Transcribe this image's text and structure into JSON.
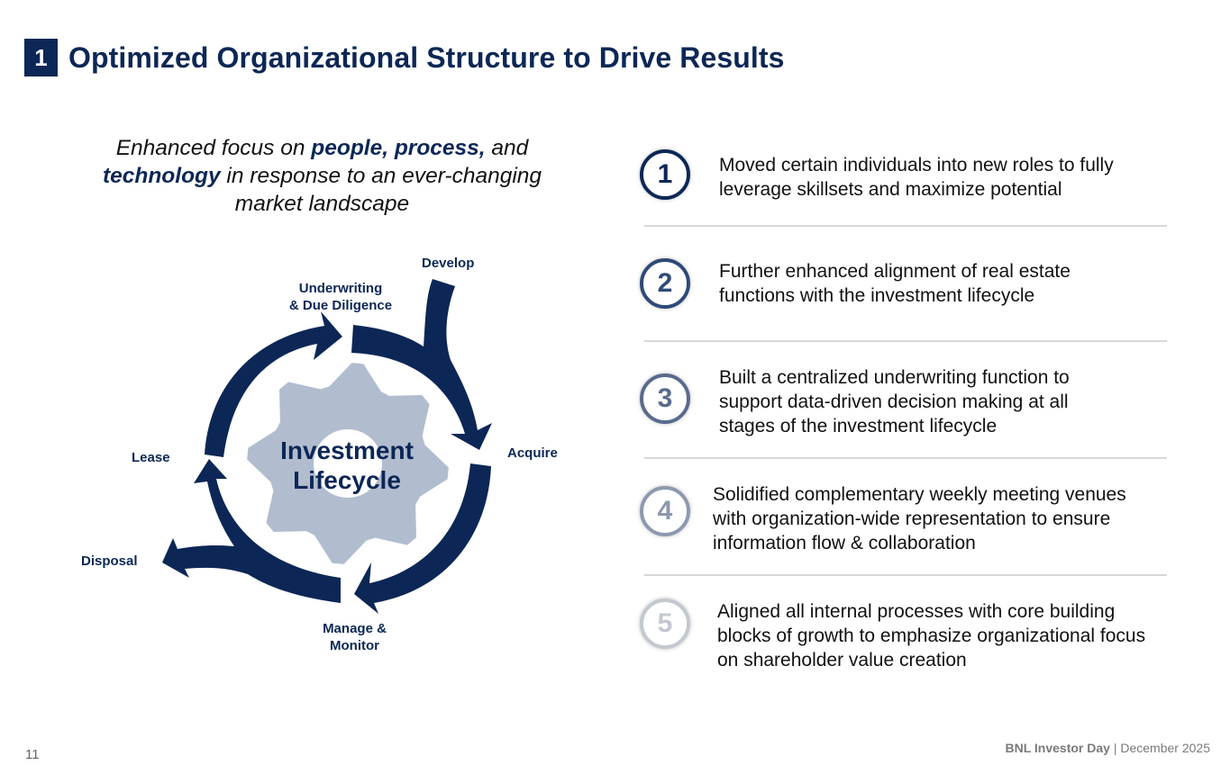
{
  "header": {
    "section_number": "1",
    "title": "Optimized Organizational Structure to Drive Results"
  },
  "tagline": {
    "part1": "Enhanced focus on ",
    "emph1": "people, process,",
    "part2": " and ",
    "emph2": "technology",
    "part3": " in response to an ever-changing market landscape"
  },
  "diagram": {
    "center_line1": "Investment",
    "center_line2": "Lifecycle",
    "stages": {
      "develop": "Develop",
      "underwriting_line1": "Underwriting",
      "underwriting_line2": "& Due Diligence",
      "acquire": "Acquire",
      "manage_line1": "Manage &",
      "manage_line2": "Monitor",
      "lease": "Lease",
      "disposal": "Disposal"
    },
    "colors": {
      "arrow": "#0c2756",
      "gear": "#b1bccf"
    }
  },
  "items": [
    {
      "number": "1",
      "text": "Moved certain individuals into new roles to fully leverage skillsets and maximize potential",
      "color": "#0c2756"
    },
    {
      "number": "2",
      "text": "Further enhanced alignment of real estate functions with the investment lifecycle",
      "color": "#2f4a78"
    },
    {
      "number": "3",
      "text": "Built a centralized underwriting function to support data-driven decision making at all stages of the investment lifecycle",
      "color": "#596b8d"
    },
    {
      "number": "4",
      "text": "Solidified complementary weekly meeting venues with organization-wide representation to ensure information flow & collaboration",
      "color": "#8d99b0"
    },
    {
      "number": "5",
      "text": "Aligned all internal processes with core building blocks of growth to emphasize organizational focus on shareholder value creation",
      "color": "#c3c8d0"
    }
  ],
  "footer": {
    "page_number": "11",
    "brand": "BNL Investor Day",
    "separator": " | ",
    "date": "December 2025"
  }
}
